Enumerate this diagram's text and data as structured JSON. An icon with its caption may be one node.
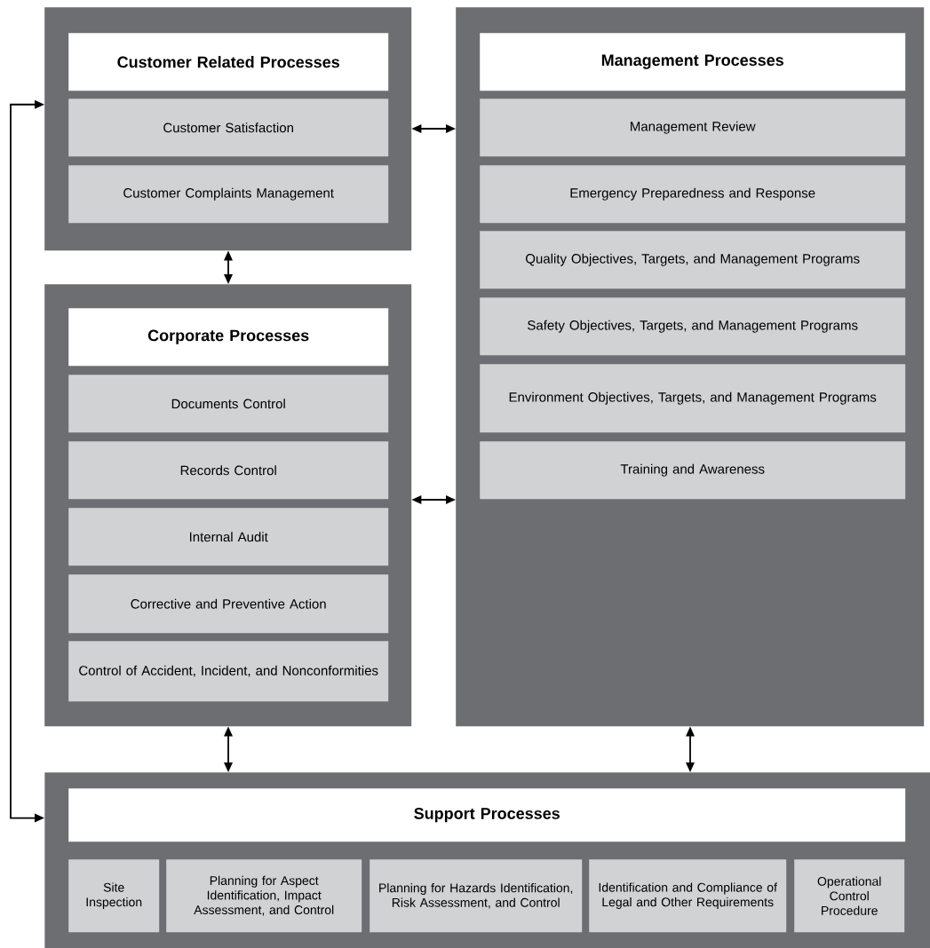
{
  "diagram": {
    "nodes": [
      {
        "text": [
          "Customer Related Processes"
        ]
      },
      {
        "text": [
          "Customer Satisfaction"
        ],
        "in": 0
      },
      {
        "text": [
          "Customer Complaints Management"
        ],
        "in": 0
      },
      {
        "text": [
          "Management Processes"
        ]
      },
      {
        "text": [
          "Management Review"
        ],
        "in": 3
      },
      {
        "text": [
          "Emergency Preparedness and Response"
        ],
        "in": 3
      },
      {
        "text": [
          "Quality Objectives, Targets, and Management Programs"
        ],
        "in": 3
      },
      {
        "text": [
          "Safety Objectives, Targets, and Management Programs"
        ],
        "in": 3
      },
      {
        "text": [
          "Environment Objectives, Targets, and Management Programs"
        ],
        "in": 3
      },
      {
        "text": [
          "Training and Awareness"
        ],
        "in": 3
      },
      {
        "text": [
          "Corporate Processes"
        ]
      },
      {
        "text": [
          "Documents Control"
        ],
        "in": 10
      },
      {
        "text": [
          "Records Control"
        ],
        "in": 10
      },
      {
        "text": [
          "Internal Audit"
        ],
        "in": 10
      },
      {
        "text": [
          "Corrective and Preventive Action"
        ],
        "in": 10
      },
      {
        "text": [
          "Control of Accident, Incident, and Nonconformities"
        ],
        "in": 10
      },
      {
        "text": [
          "Support Processes"
        ]
      },
      {
        "text": [
          "Site Inspection"
        ],
        "in": 16
      },
      {
        "text": [
          "Planning for Aspect Identification, Impact Assessment, and Control"
        ],
        "in": 16
      },
      {
        "text": [
          "Planning for Hazards Identification, Risk Assessment, and Control"
        ],
        "in": 16
      },
      {
        "text": [
          "Identification and Compliance of Legal and Other Requirements"
        ],
        "in": 16
      },
      {
        "text": [
          "Operational Control Procedure"
        ],
        "in": 16
      }
    ],
    "edges": [
      {
        "from": 0,
        "to": 3,
        "arrow": "both"
      },
      {
        "from": 0,
        "to": 10,
        "arrow": "both"
      },
      {
        "from": 10,
        "to": 3,
        "arrow": "both"
      },
      {
        "from": 10,
        "to": 16,
        "arrow": "both"
      },
      {
        "from": 3,
        "to": 16,
        "arrow": "both"
      },
      {
        "from": 16,
        "to": 0,
        "arrow": "both"
      }
    ]
  }
}
